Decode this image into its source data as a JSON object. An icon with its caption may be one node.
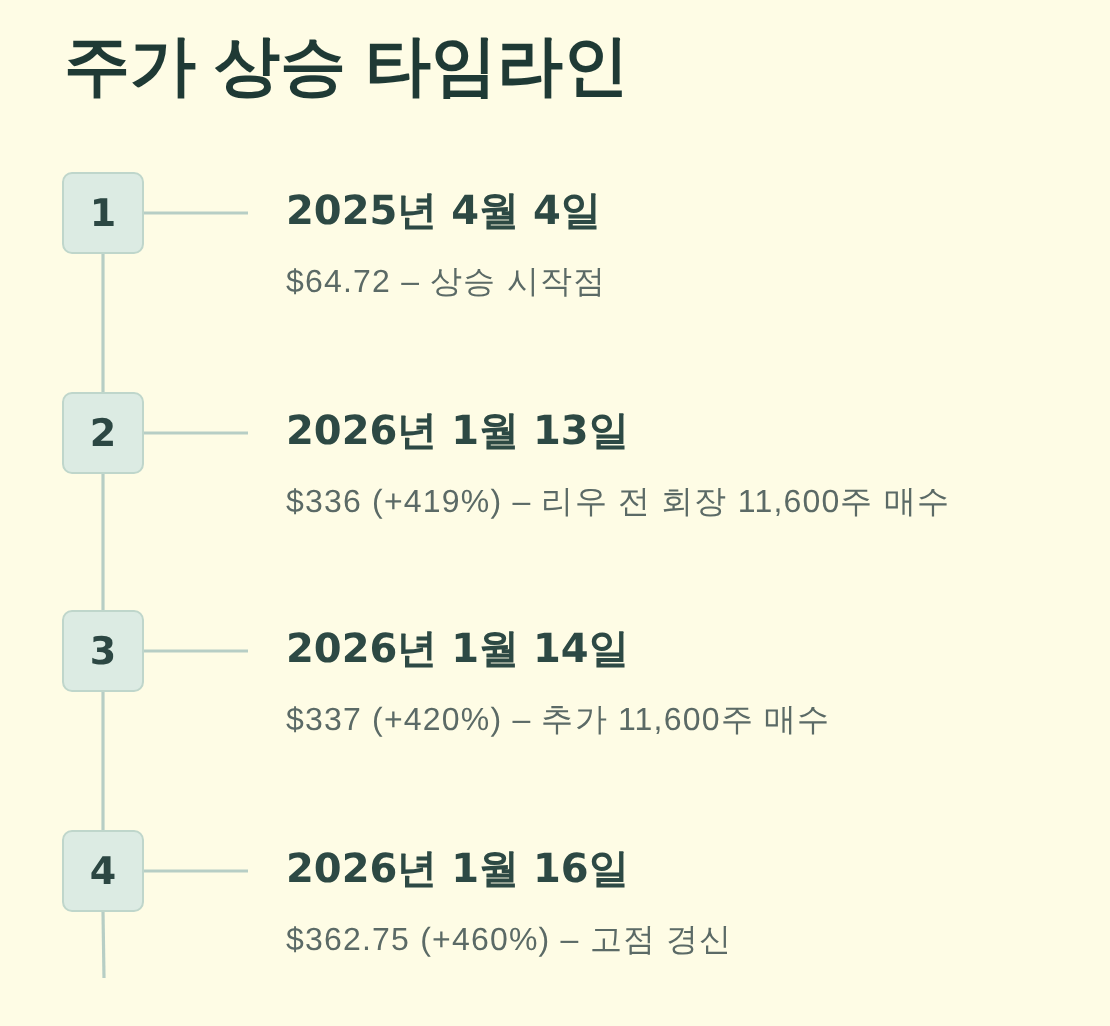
{
  "diagram": {
    "title": "주가 상승 타임라인",
    "nodes": [
      {
        "text": [
          "1"
        ]
      },
      {
        "text": [
          "2025년 4월 4일",
          "$64.72 – 상승 시작점"
        ]
      },
      {
        "text": [
          "2"
        ]
      },
      {
        "text": [
          "2026년 1월 13일",
          "$336 (+419%) – 리우 전 회장 11,600주 매수"
        ]
      },
      {
        "text": [
          "3"
        ]
      },
      {
        "text": [
          "2026년 1월 14일",
          "$337 (+420%) – 추가 11,600주 매수"
        ]
      },
      {
        "text": [
          "4"
        ]
      },
      {
        "text": [
          "2026년 1월 16일",
          "$362.75 (+460%) – 고점 경신"
        ]
      }
    ],
    "edges": [
      {
        "from": 0,
        "to": 1,
        "arrow": "none"
      },
      {
        "from": 0,
        "to": 2,
        "arrow": "none"
      },
      {
        "from": 2,
        "to": 3,
        "arrow": "none"
      },
      {
        "from": 2,
        "to": 4,
        "arrow": "none"
      },
      {
        "from": 4,
        "to": 5,
        "arrow": "none"
      },
      {
        "from": 4,
        "to": 6,
        "arrow": "none"
      },
      {
        "from": 6,
        "to": 7,
        "arrow": "none"
      },
      {
        "from": 6,
        "to": null,
        "arrow": "none"
      }
    ]
  }
}
